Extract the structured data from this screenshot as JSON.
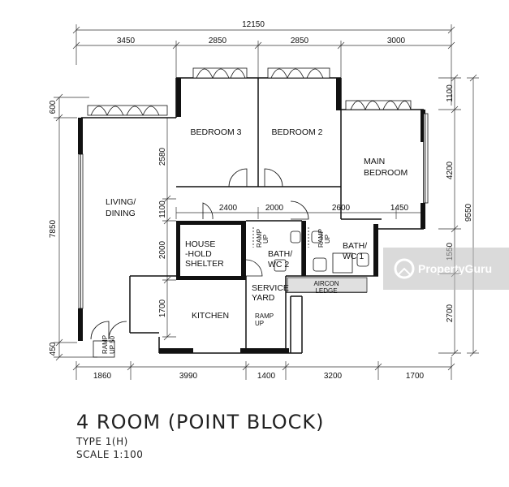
{
  "dimensions": {
    "overall_width": "12150",
    "top": [
      "3450",
      "2850",
      "2850",
      "3000"
    ],
    "bottom": [
      "1860",
      "3990",
      "1400",
      "3200",
      "1700"
    ],
    "middle": [
      "2400",
      "2000",
      "2600",
      "1450"
    ],
    "left": [
      "600",
      "7850",
      "450"
    ],
    "left_inner": [
      "2580",
      "1100",
      "2000",
      "1700"
    ],
    "right_inner": [
      "1100",
      "4200",
      "1550",
      "2700"
    ],
    "right_overall": "9550"
  },
  "rooms": {
    "bedroom3": "BEDROOM 3",
    "bedroom2": "BEDROOM 2",
    "main_bedroom_line1": "MAIN",
    "main_bedroom_line2": "BEDROOM",
    "living_line1": "LIVING/",
    "living_line2": "DINING",
    "shelter_line1": "HOUSE",
    "shelter_line2": "-HOLD",
    "shelter_line3": "SHELTER",
    "bath2_line1": "BATH/",
    "bath2_line2": "WC 2",
    "bath1_line1": "BATH/",
    "bath1_line2": "WC 1",
    "aircon_line1": "AIRCON",
    "aircon_line2": "LEDGE",
    "service_line1": "SERVICE",
    "service_line2": "YARD",
    "kitchen": "KITCHEN",
    "ramp_line1": "RAMP",
    "ramp_line2": "UP",
    "ramp_main_line1": "RAMP",
    "ramp_main_line2": "UP 50"
  },
  "watermark": "PropertyGuru",
  "title": "4 ROOM (POINT BLOCK)",
  "type": "TYPE 1(H)",
  "scale": "SCALE 1:100"
}
